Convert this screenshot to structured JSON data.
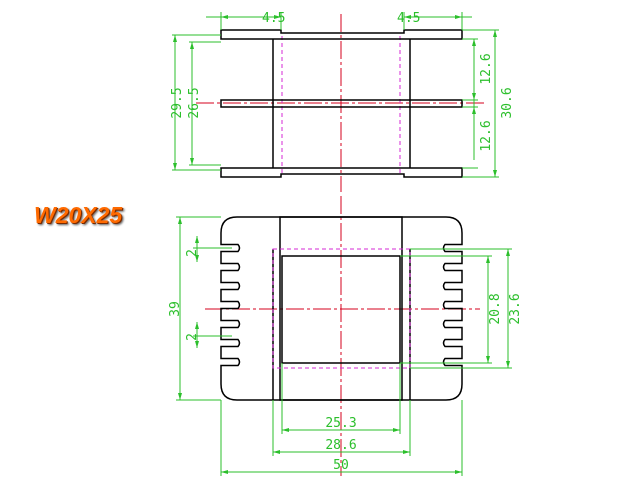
{
  "title": "W20X25",
  "colors": {
    "outline": "#000000",
    "dimension": "#2bbf2b",
    "centerline": "#d4001c",
    "hidden": "#d62ad6",
    "title": "#ff6a00"
  },
  "side_view": {
    "dimensions": {
      "flange_left": "4.5",
      "flange_right": "4.5",
      "overall_inner": "29.5",
      "window_height": "26.5",
      "upper_winding": "12.6",
      "lower_winding": "12.6",
      "overall_height": "30.6"
    }
  },
  "top_view": {
    "dimensions": {
      "pin_pitch_top": "2",
      "pin_pitch_bottom": "2",
      "height": "39",
      "core_inner": "25.3",
      "core_outer": "28.6",
      "overall_width": "50",
      "window_inner": "20.8",
      "window_outer": "23.6"
    }
  }
}
